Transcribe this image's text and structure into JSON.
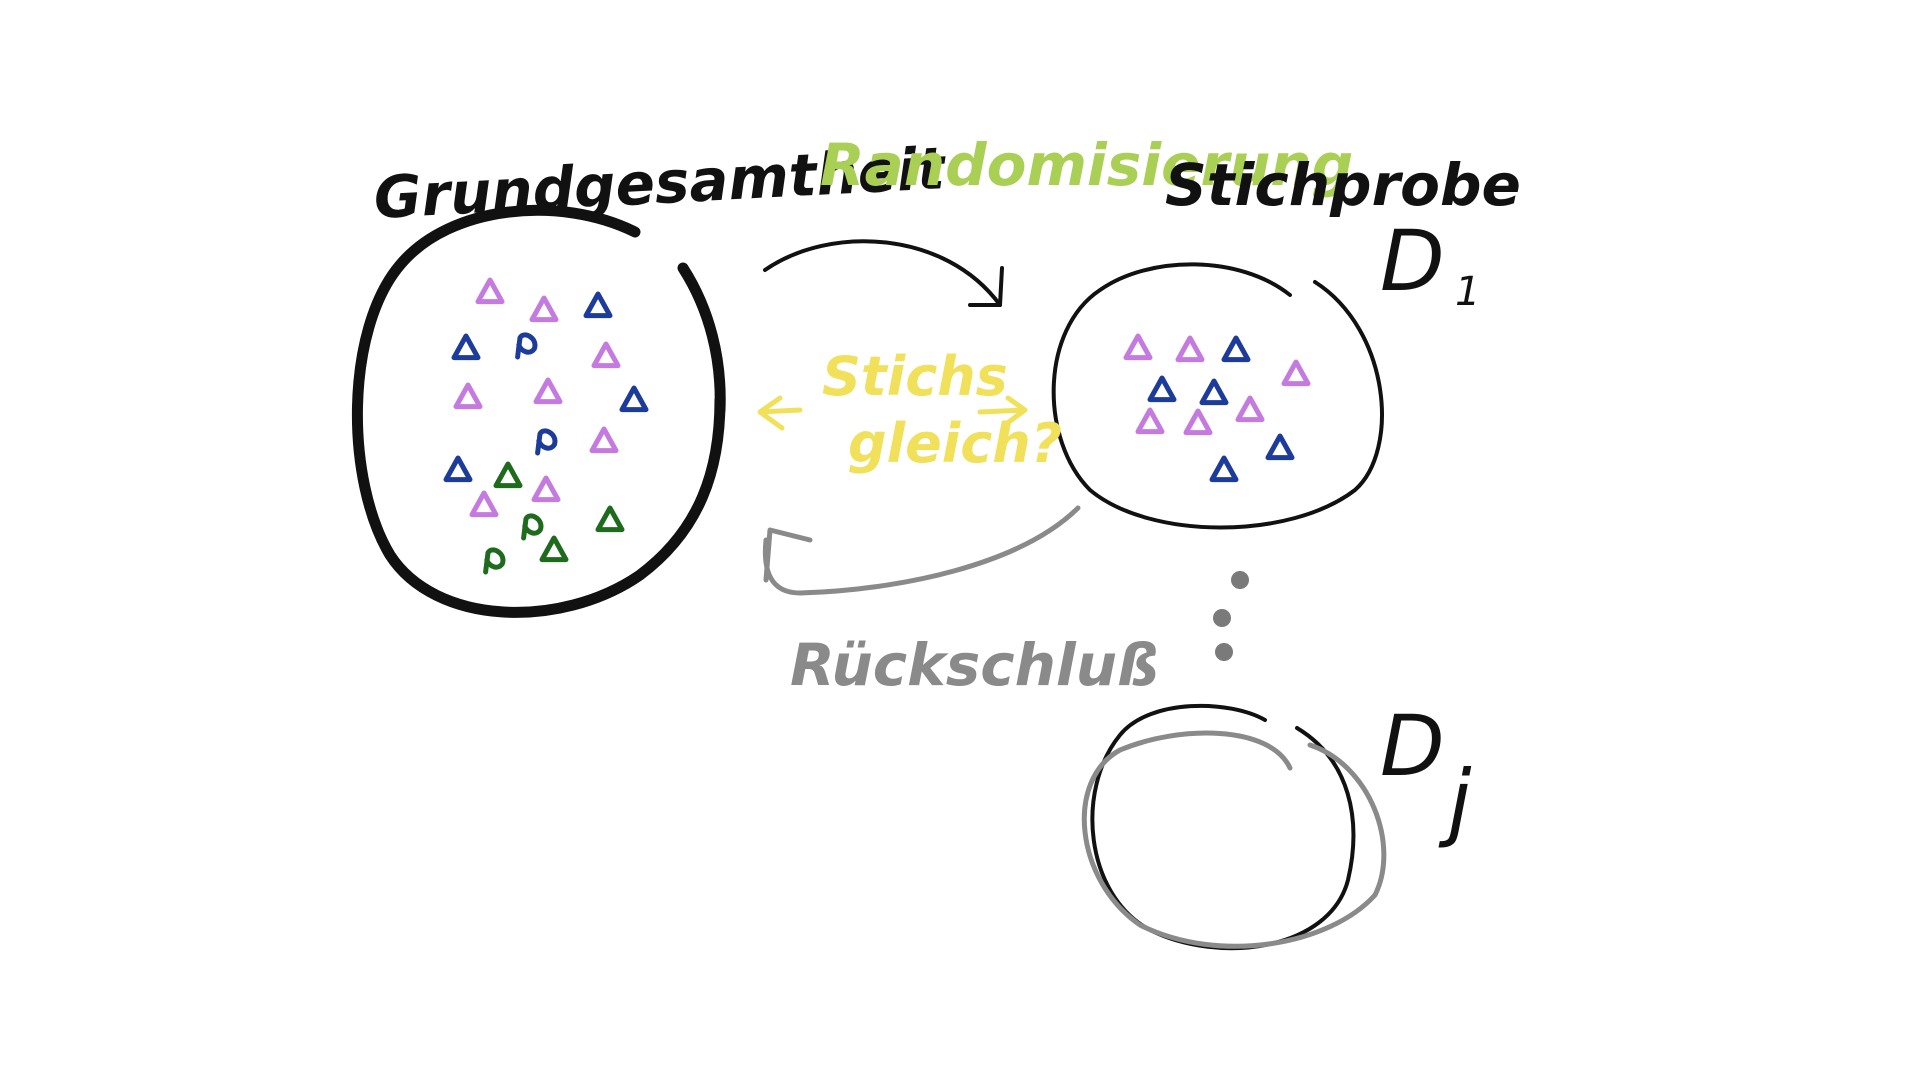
{
  "labels": {
    "population": "Grundgesamtheit",
    "randomization": "Randomisierung",
    "sample": "Stichprobe",
    "sample_first_letter": "D",
    "sample_first_index": "1",
    "sample_j_letter": "D",
    "sample_j_index": "j",
    "similarity_line1": "Stichs",
    "similarity_line2": "gleich?",
    "inference": "Rückschluß"
  },
  "colors": {
    "ink": "#111111",
    "randomization": "#a9cf54",
    "similarity": "#f0e05a",
    "inference": "#8a8a8a",
    "purple": "#c57ae0",
    "blue": "#1d3b9a",
    "green": "#1e6b1e",
    "ellipsis": "#7a7a7a"
  },
  "population_markers": [
    {
      "color": "purple",
      "shape": "triangle"
    },
    {
      "color": "purple",
      "shape": "triangle"
    },
    {
      "color": "blue",
      "shape": "triangle"
    },
    {
      "color": "blue",
      "shape": "triangle"
    },
    {
      "color": "blue",
      "shape": "loop"
    },
    {
      "color": "purple",
      "shape": "triangle"
    },
    {
      "color": "purple",
      "shape": "triangle"
    },
    {
      "color": "purple",
      "shape": "triangle"
    },
    {
      "color": "blue",
      "shape": "triangle"
    },
    {
      "color": "blue",
      "shape": "loop"
    },
    {
      "color": "purple",
      "shape": "triangle"
    },
    {
      "color": "blue",
      "shape": "triangle"
    },
    {
      "color": "green",
      "shape": "triangle"
    },
    {
      "color": "purple",
      "shape": "triangle"
    },
    {
      "color": "purple",
      "shape": "triangle"
    },
    {
      "color": "green",
      "shape": "loop"
    },
    {
      "color": "green",
      "shape": "triangle"
    },
    {
      "color": "green",
      "shape": "loop"
    },
    {
      "color": "green",
      "shape": "triangle"
    }
  ],
  "sample_markers": [
    {
      "color": "purple",
      "shape": "triangle"
    },
    {
      "color": "purple",
      "shape": "triangle"
    },
    {
      "color": "blue",
      "shape": "triangle"
    },
    {
      "color": "purple",
      "shape": "triangle"
    },
    {
      "color": "blue",
      "shape": "triangle"
    },
    {
      "color": "blue",
      "shape": "triangle"
    },
    {
      "color": "purple",
      "shape": "triangle"
    },
    {
      "color": "purple",
      "shape": "triangle"
    },
    {
      "color": "purple",
      "shape": "triangle"
    },
    {
      "color": "blue",
      "shape": "triangle"
    },
    {
      "color": "blue",
      "shape": "triangle"
    }
  ]
}
